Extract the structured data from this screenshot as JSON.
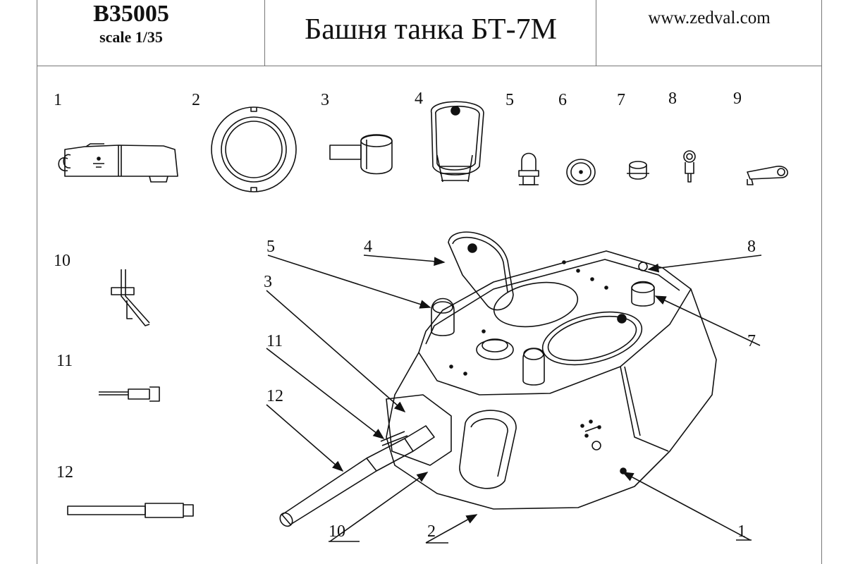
{
  "header": {
    "code": "B35005",
    "scale": "scale 1/35",
    "title": "Башня танка БТ-7М",
    "website": "www.zedval.com"
  },
  "part_numbers": [
    "1",
    "2",
    "3",
    "4",
    "5",
    "6",
    "7",
    "8",
    "9",
    "10",
    "11",
    "12"
  ],
  "callouts": {
    "c1": "1",
    "c2": "2",
    "c3": "3",
    "c4": "4",
    "c5": "5",
    "c7": "7",
    "c8": "8",
    "c10": "10",
    "c11": "11",
    "c12": "12"
  }
}
